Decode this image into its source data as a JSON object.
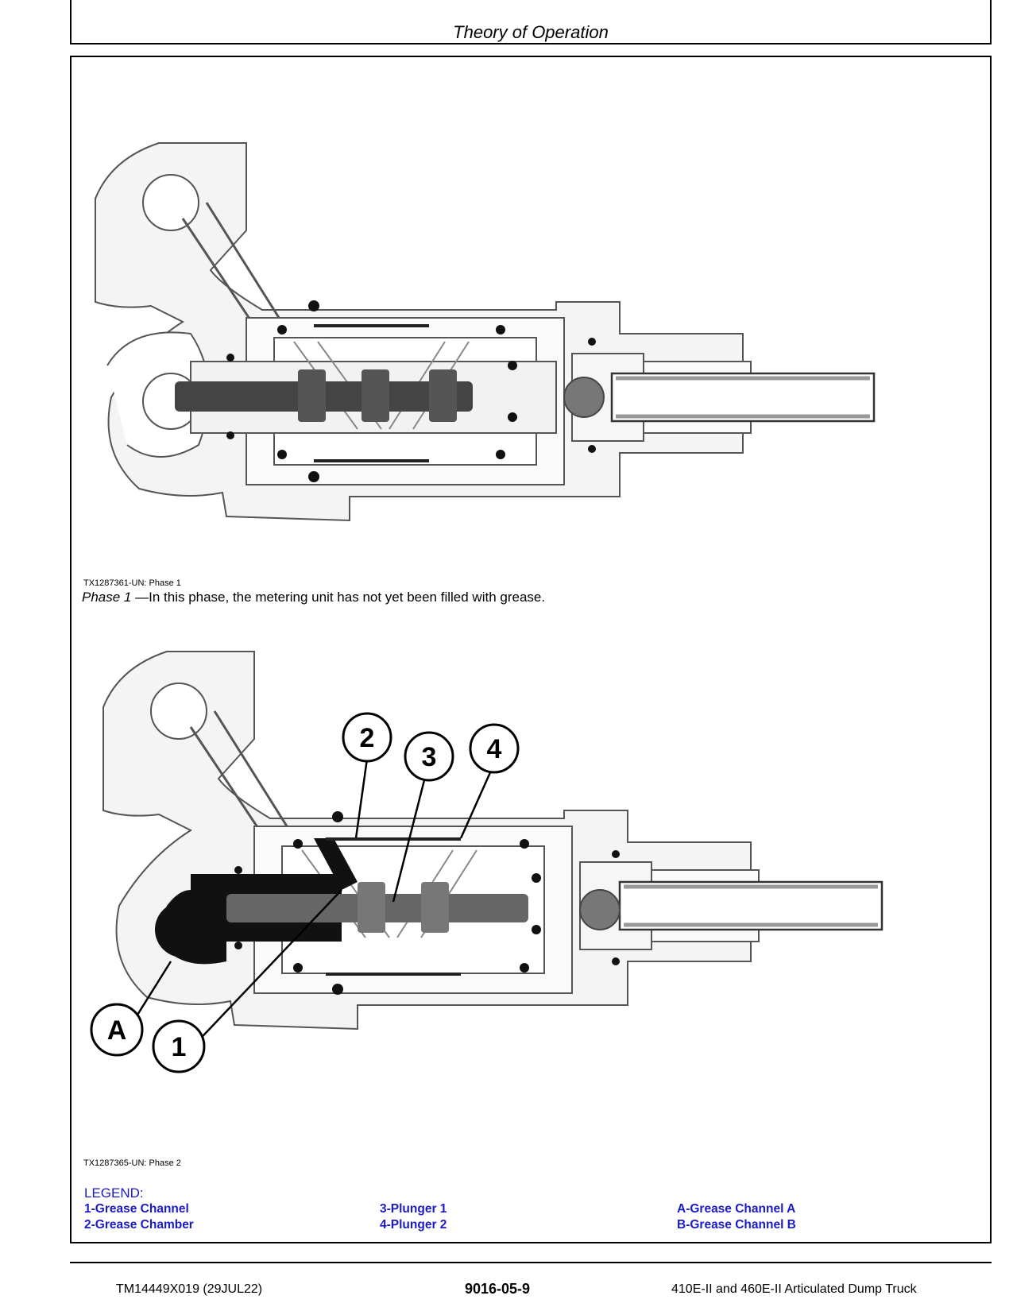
{
  "header": {
    "title": "Theory of Operation"
  },
  "figure1": {
    "id": "TX1287361-UN: Phase 1",
    "caption_lead": "Phase 1",
    "caption_body": " —In this phase, the metering unit has not yet been filled with grease."
  },
  "figure2": {
    "id": "TX1287365-UN: Phase 2",
    "callouts": [
      "2",
      "3",
      "4",
      "A",
      "1"
    ]
  },
  "legend": {
    "title": "LEGEND:",
    "items": [
      "1-Grease Channel",
      "2-Grease Chamber",
      "3-Plunger 1",
      "4-Plunger 2",
      "A-Grease Channel A",
      "B-Grease Channel B"
    ]
  },
  "footer": {
    "left": "TM14449X019 (29JUL22)",
    "center": "9016-05-9",
    "right": "410E-II and 460E-II Articulated Dump Truck"
  }
}
